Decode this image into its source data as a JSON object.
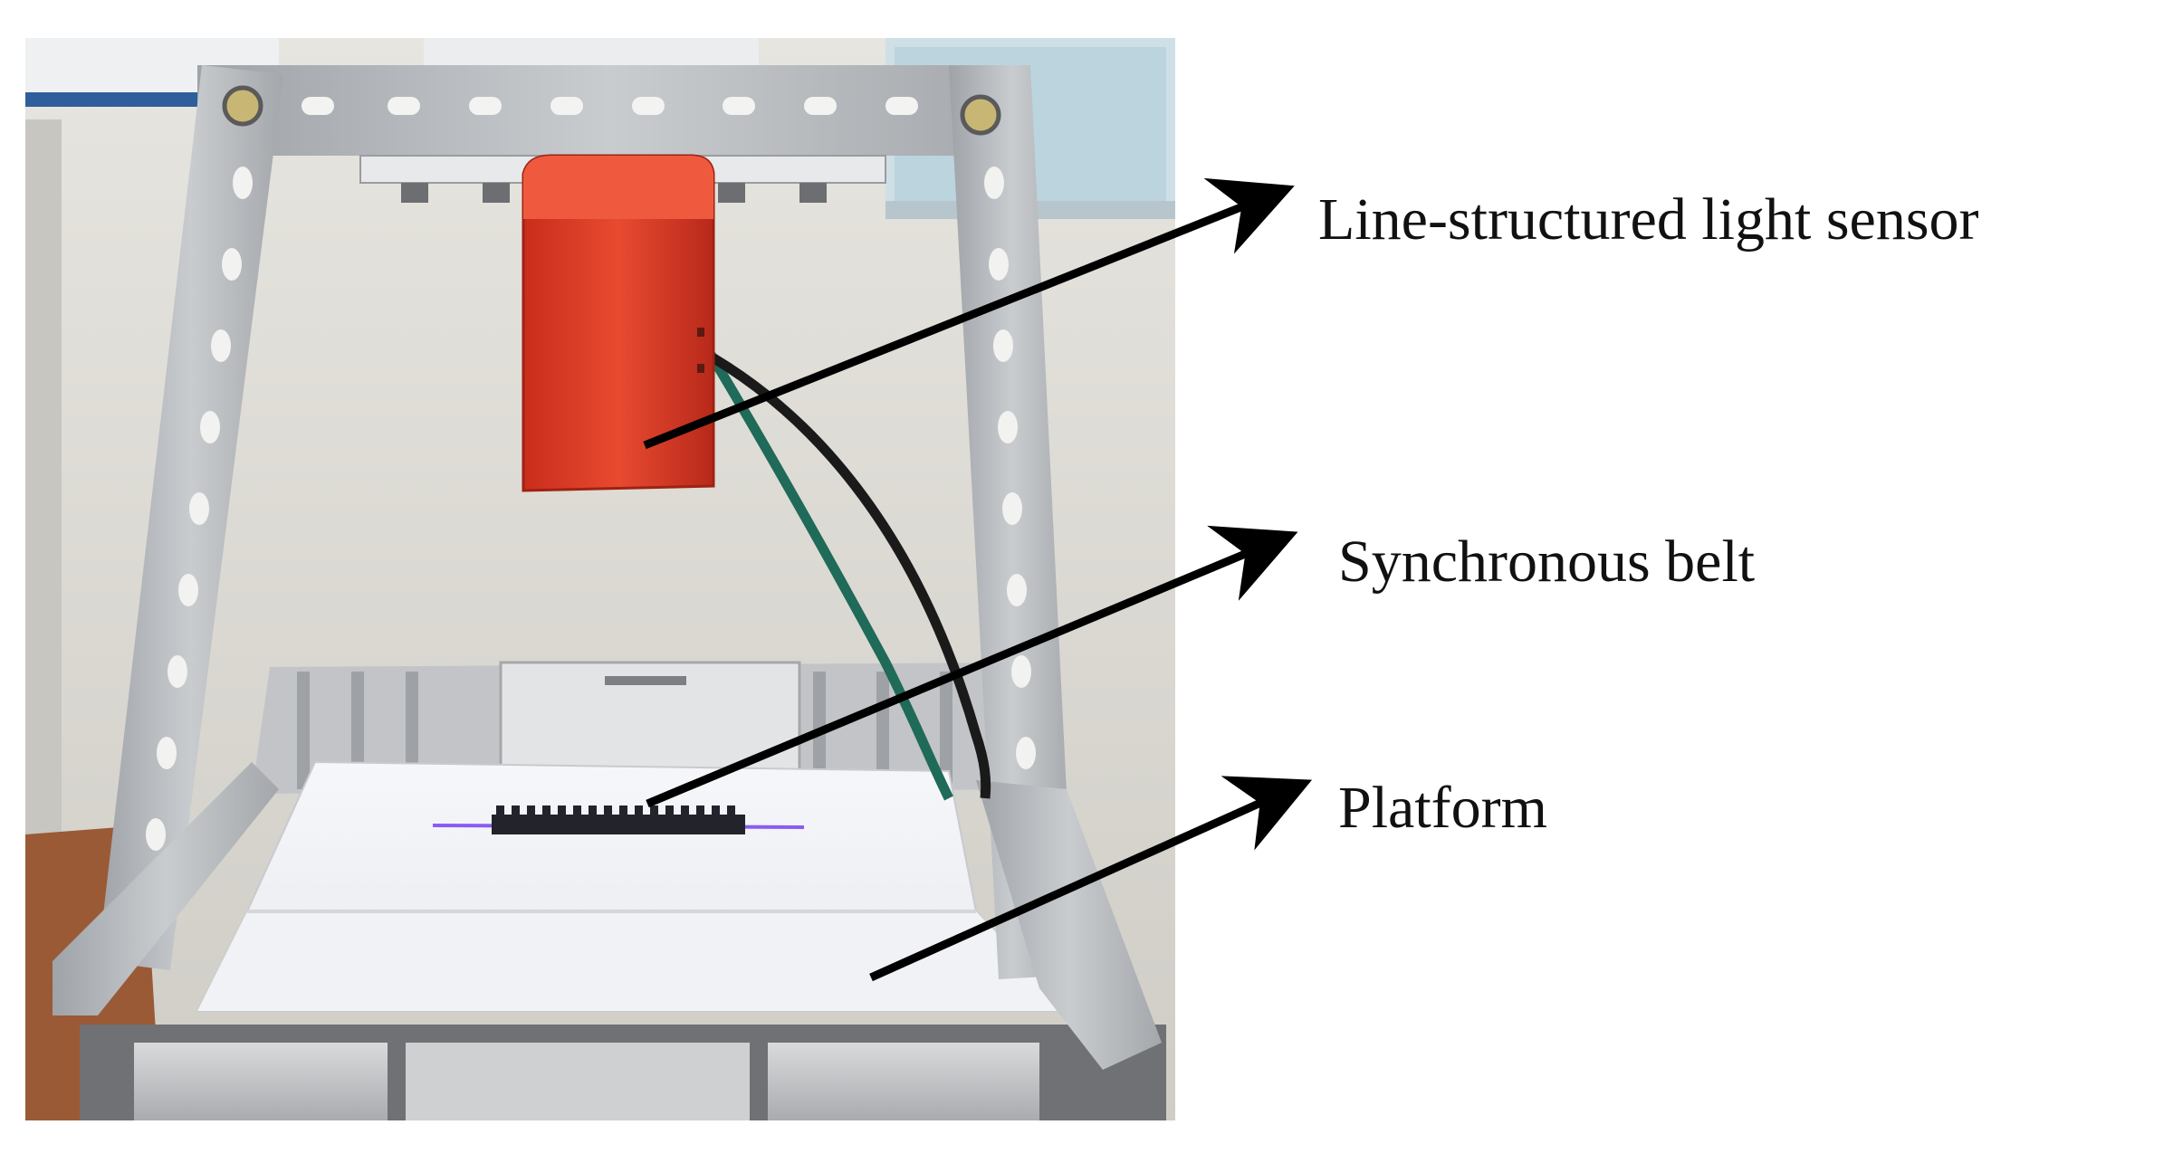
{
  "labels": {
    "sensor": "Line-structured light sensor",
    "belt": "Synchronous belt",
    "platform": "Platform"
  },
  "colors": {
    "sensor_housing": "#e03a24",
    "cable_green": "#1f6a58",
    "cable_black": "#1a1a1a",
    "frame_steel": "#b9bcc0",
    "platform_paper": "#f4f5f8",
    "belt": "#22232b",
    "laser_line": "#8a5cf0",
    "wall": "#dcdad4",
    "arrow": "#000000"
  }
}
